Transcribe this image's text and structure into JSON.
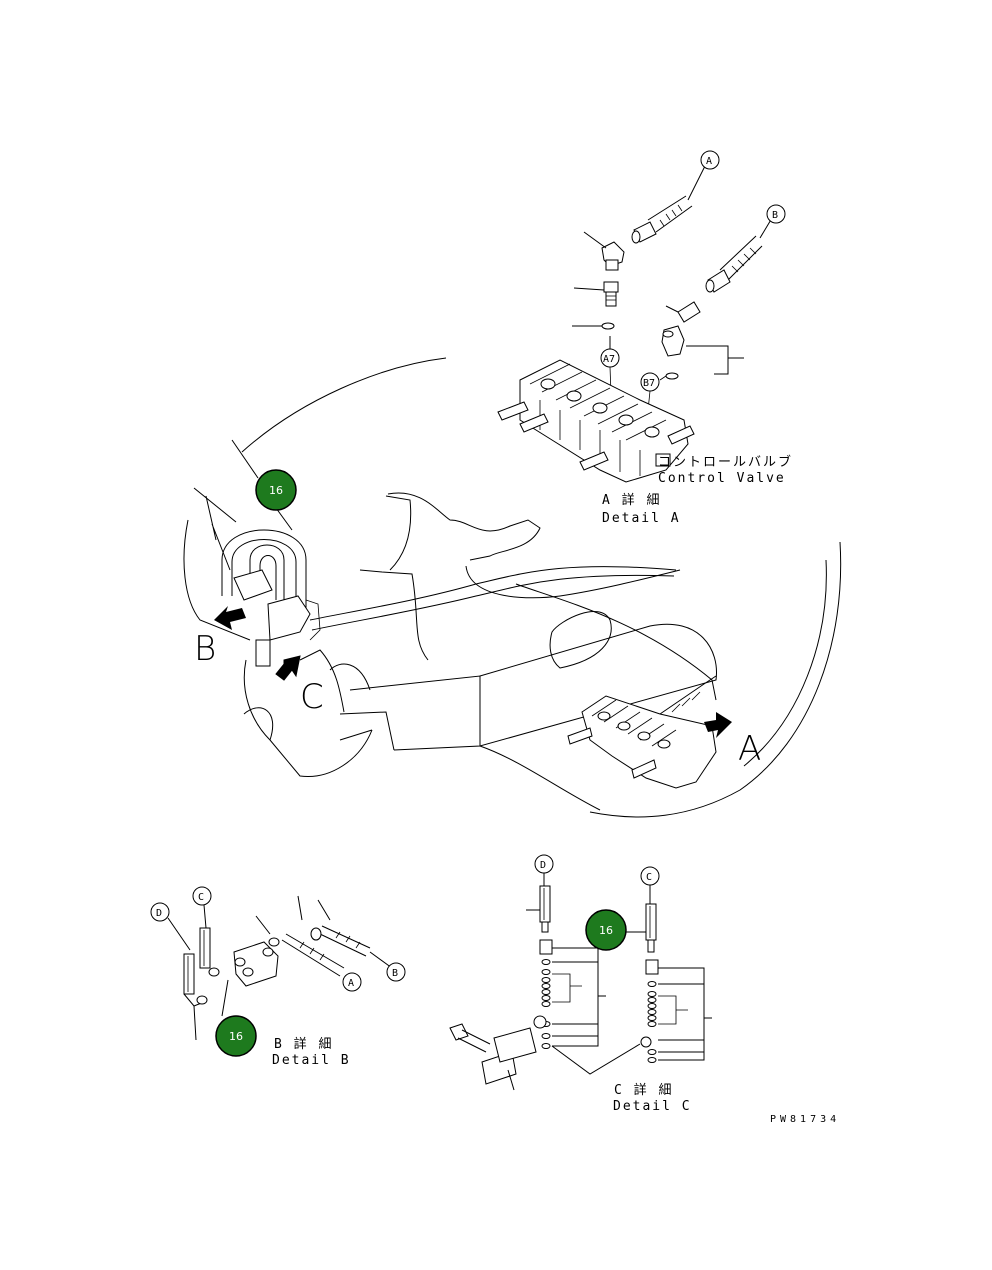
{
  "labels": {
    "control_valve_jp": "コントロールバルブ",
    "control_valve_en": "Control Valve",
    "detail_a_jp": "A 詳 細",
    "detail_a_en": "Detail A",
    "detail_b_jp": "B 詳 細",
    "detail_b_en": "Detail B",
    "detail_c_jp": "C 詳 細",
    "detail_c_en": "Detail C",
    "view_a": "A",
    "view_b": "B",
    "view_c": "C",
    "drawing_no": "PW81734"
  },
  "callouts": {
    "a": "A",
    "b": "B",
    "c": "C",
    "d": "D",
    "a7": "A7",
    "b7": "B7"
  },
  "ref_badge": {
    "number": "16",
    "color": "#1e7a1e"
  }
}
